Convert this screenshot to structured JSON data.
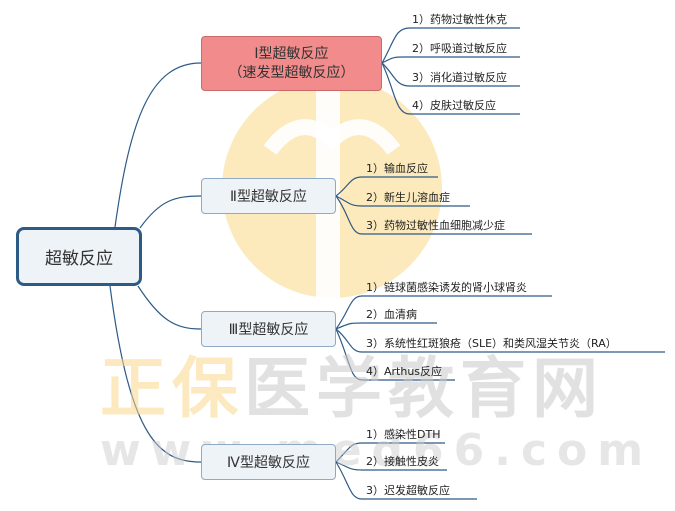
{
  "root": {
    "label": "超敏反应"
  },
  "types": [
    {
      "line1": "I型超敏反应",
      "line2": "（速发型超敏反应）",
      "items": [
        "1）药物过敏性休克",
        "2）呼吸道过敏反应",
        "3）消化道过敏反应",
        "4）皮肤过敏反应"
      ]
    },
    {
      "line1": "Ⅱ型超敏反应",
      "items": [
        "1）输血反应",
        "2）新生儿溶血症",
        "3）药物过敏性血细胞减少症"
      ]
    },
    {
      "line1": "Ⅲ型超敏反应",
      "items": [
        "1）链球菌感染诱发的肾小球肾炎",
        "2）血清病",
        "3）系统性红斑狼疮（SLE）和类风湿关节炎（RA）",
        "4）Arthus反应"
      ]
    },
    {
      "line1": "Ⅳ型超敏反应",
      "items": [
        "1）感染性DTH",
        "2）接触性皮炎",
        "3）迟发超敏反应"
      ]
    }
  ],
  "watermark": {
    "text_cn1": "正保",
    "text_cn2": "医学教育网",
    "url": "www.med66.com"
  },
  "colors": {
    "line": "#2e5b86",
    "leaf_underline": "#2e5b86",
    "type1_fill": "#f28b8b",
    "logo_fill": "#fbe6b6",
    "root_border": "#2e5b86"
  }
}
